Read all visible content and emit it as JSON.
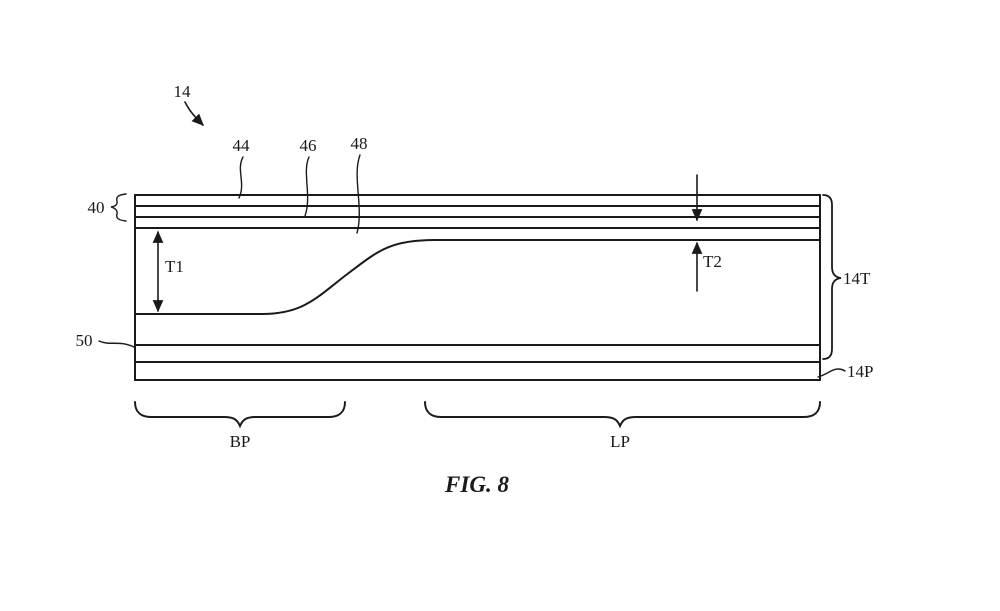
{
  "figure": {
    "caption": "FIG. 8",
    "labels": {
      "n14": "14",
      "n40": "40",
      "n44": "44",
      "n46": "46",
      "n48": "48",
      "n50": "50",
      "t1": "T1",
      "t2": "T2",
      "n14T": "14T",
      "n14P": "14P",
      "bp": "BP",
      "lp": "LP"
    },
    "colors": {
      "ink": "#1a1a1a",
      "background": "#ffffff"
    }
  }
}
